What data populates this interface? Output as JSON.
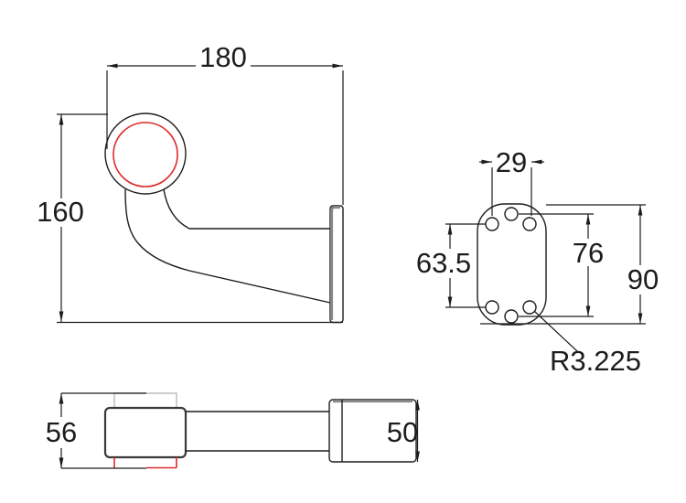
{
  "dimensions": {
    "overall_width": "180",
    "overall_height": "160",
    "hole_spacing_top": "29",
    "hole_spacing_side": "63.5",
    "hole_spacing_center": "76",
    "plate_height": "90",
    "hole_radius": "R3.225",
    "head_depth": "56",
    "base_depth": "50"
  },
  "colors": {
    "line": "#1c1c1c",
    "highlight_red": "#dd2a2a",
    "hidden_gray": "#bdbdbd",
    "edge_gray": "#8a8a8a",
    "background": "#ffffff"
  }
}
